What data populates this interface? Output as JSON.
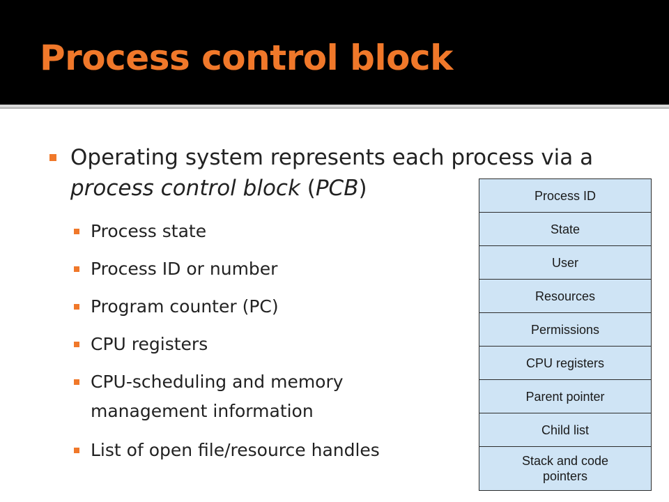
{
  "slide": {
    "title": "Process control block",
    "main_bullet": {
      "prefix": "Operating system represents each process via a ",
      "italic": "process control block",
      "middle": " (",
      "abbr": "PCB",
      "suffix": ")"
    },
    "sub_bullets": [
      "Process state",
      "Process ID or number",
      "Program counter (PC)",
      "CPU registers",
      "CPU-scheduling and memory",
      "management information",
      "List of open file/resource handles"
    ],
    "pcb_fields": [
      "Process ID",
      "State",
      "User",
      "Resources",
      "Permissions",
      "CPU registers",
      "Parent pointer",
      "Child list",
      "Stack and code",
      "pointers"
    ]
  },
  "colors": {
    "accent": "#f0782a",
    "title_bar": "#000000",
    "pcb_fill": "#cfe4f5"
  }
}
